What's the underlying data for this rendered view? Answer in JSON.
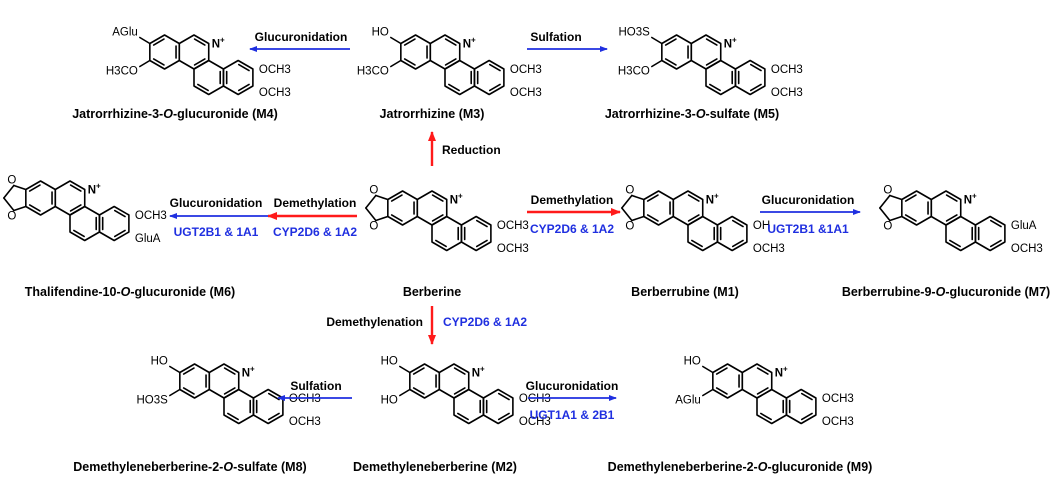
{
  "colors": {
    "red_arrow": "#ff1a1a",
    "blue_arrow": "#1f2fe0",
    "enzyme_text": "#1f2fe0",
    "black": "#000000"
  },
  "compounds": [
    {
      "id": "M4",
      "caption": "Jatrorrhizine-3-O-glucuronide (M4)",
      "caption_pre": "Jatrorrhizine-3-",
      "caption_italic": "O",
      "caption_post": "-glucuronide (M4)",
      "frame": "jatro",
      "subs": {
        "s2": "AGlu",
        "s3": "H3CO",
        "s9": "OCH3",
        "s10": "OCH3"
      }
    },
    {
      "id": "M3",
      "caption": "Jatrorrhizine (M3)",
      "caption_pre": "Jatrorrhizine (M3)",
      "caption_italic": "",
      "caption_post": "",
      "frame": "jatro",
      "subs": {
        "s2": "HO",
        "s3": "H3CO",
        "s9": "OCH3",
        "s10": "OCH3"
      }
    },
    {
      "id": "M5",
      "caption": "Jatrorrhizine-3-O-sulfate (M5)",
      "caption_pre": "Jatrorrhizine-3-",
      "caption_italic": "O",
      "caption_post": "-sulfate (M5)",
      "frame": "jatro",
      "subs": {
        "s2": "HO3S",
        "s3": "H3CO",
        "s9": "OCH3",
        "s10": "OCH3"
      }
    },
    {
      "id": "M6",
      "caption": "Thalifendine-10-O-glucuronide (M6)",
      "caption_pre": "Thalifendine-10-",
      "caption_italic": "O",
      "caption_post": "-glucuronide (M6)",
      "frame": "dioxole",
      "subs": {
        "s9": "OCH3",
        "s10": "GluA"
      }
    },
    {
      "id": "BER",
      "caption": "Berberine",
      "caption_pre": "Berberine",
      "caption_italic": "",
      "caption_post": "",
      "frame": "dioxole",
      "subs": {
        "s9": "OCH3",
        "s10": "OCH3"
      }
    },
    {
      "id": "M1",
      "caption": "Berberrubine (M1)",
      "caption_pre": "Berberrubine (M1)",
      "caption_italic": "",
      "caption_post": "",
      "frame": "dioxole",
      "subs": {
        "s9": "OH",
        "s10": "OCH3"
      }
    },
    {
      "id": "M7",
      "caption": "Berberrubine-9-O-glucuronide (M7)",
      "caption_pre": "Berberrubine-9-",
      "caption_italic": "O",
      "caption_post": "-glucuronide (M7)",
      "frame": "dioxole",
      "subs": {
        "s9": "GluA",
        "s10": "OCH3"
      }
    },
    {
      "id": "M8",
      "caption": "Demethyleneberberine-2-O-sulfate (M8)",
      "caption_pre": "Demethyleneberberine-2-",
      "caption_italic": "O",
      "caption_post": "-sulfate (M8)",
      "frame": "catechol",
      "subs": {
        "s2": "HO",
        "s3": "HO3S",
        "s9": "OCH3",
        "s10": "OCH3"
      }
    },
    {
      "id": "M2",
      "caption": "Demethyleneberberine (M2)",
      "caption_pre": "Demethyleneberberine (M2)",
      "caption_italic": "",
      "caption_post": "",
      "frame": "catechol",
      "subs": {
        "s2": "HO",
        "s3": "HO",
        "s9": "OCH3",
        "s10": "OCH3"
      }
    },
    {
      "id": "M9",
      "caption": "Demethyleneberberine-2-O-glucuronide (M9)",
      "caption_pre": "Demethyleneberberine-2-",
      "caption_italic": "O",
      "caption_post": "-glucuronide (M9)",
      "frame": "catechol",
      "subs": {
        "s2": "HO",
        "s3": "AGlu",
        "s9": "OCH3",
        "s10": "OCH3"
      }
    }
  ],
  "reactions": [
    {
      "from": "M3",
      "to": "M4",
      "color": "blue",
      "label": "Glucuronidation",
      "enzyme": ""
    },
    {
      "from": "M3",
      "to": "M5",
      "color": "blue",
      "label": "Sulfation",
      "enzyme": ""
    },
    {
      "from": "BER",
      "to": "M3",
      "color": "red",
      "label": "Reduction",
      "enzyme": ""
    },
    {
      "from": "BER",
      "to": "M6",
      "color": "red",
      "label": "Demethylation",
      "enzyme": "CYP2D6 & 1A2",
      "then": {
        "color": "blue",
        "label": "Glucuronidation",
        "enzyme": "UGT2B1 & 1A1"
      }
    },
    {
      "from": "BER",
      "to": "M1",
      "color": "red",
      "label": "Demethylation",
      "enzyme": "CYP2D6 & 1A2"
    },
    {
      "from": "M1",
      "to": "M7",
      "color": "blue",
      "label": "Glucuronidation",
      "enzyme": "UGT2B1 &1A1"
    },
    {
      "from": "BER",
      "to": "M2",
      "color": "red",
      "label": "Demethylenation",
      "enzyme": "CYP2D6 & 1A2"
    },
    {
      "from": "M2",
      "to": "M8",
      "color": "blue",
      "label": "Sulfation",
      "enzyme": ""
    },
    {
      "from": "M2",
      "to": "M9",
      "color": "blue",
      "label": "Glucuronidation",
      "enzyme": "UGT1A1 & 2B1"
    }
  ]
}
